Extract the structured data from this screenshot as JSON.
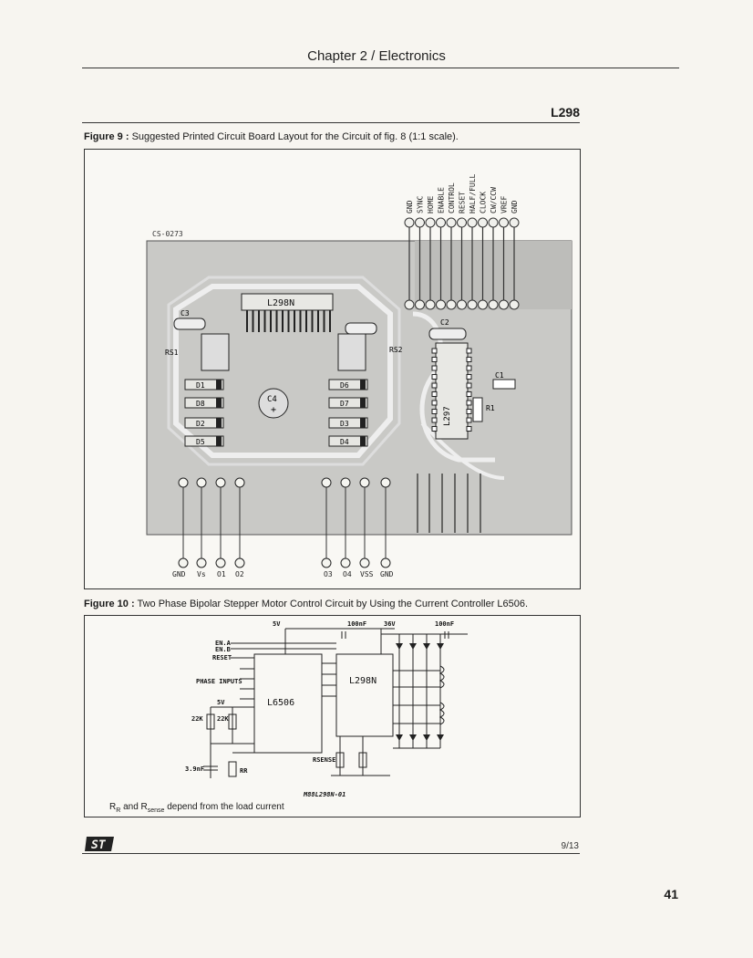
{
  "header": {
    "chapter": "Chapter 2  /  Electronics",
    "doc_code": "L298"
  },
  "figure9": {
    "label": "Figure 9 :",
    "caption": "Suggested Printed Circuit Board Layout for the Circuit of fig. 8 (1:1 scale).",
    "board_code": "CS-0273",
    "chip_main": "L298N",
    "chip_ctrl": "L297",
    "parts": [
      "C3",
      "RS1",
      "RS2",
      "C4",
      "C2",
      "C1",
      "R1",
      "D1",
      "D2",
      "D5",
      "D6",
      "D7",
      "D8",
      "D3",
      "D4"
    ],
    "top_pins": [
      "GND",
      "SYNC",
      "HOME",
      "ENABLE",
      "CONTROL",
      "RESET",
      "HALF/FULL",
      "CLOCK",
      "CW/CCW",
      "VREF",
      "GND"
    ],
    "bottom_left_pins": [
      "GND",
      "Vs",
      "O1",
      "O2"
    ],
    "bottom_right_pins": [
      "O3",
      "O4",
      "VSS",
      "GND"
    ]
  },
  "figure10": {
    "label": "Figure 10 :",
    "caption": "Two Phase Bipolar Stepper Motor Control Circuit by Using the Current Controller L6506.",
    "controller": "L6506",
    "driver": "L298N",
    "supply_5v": "5V",
    "supply_36v": "36V",
    "cap_100nf_a": "100nF",
    "cap_100nf_b": "100nF",
    "inputs": [
      "EN.A",
      "EN.B",
      "RESET"
    ],
    "phase_inputs": "PHASE INPUTS",
    "r22k_a": "22K",
    "r22k_b": "22K",
    "cap_3n9": "3.9nF",
    "rr_label": "RR",
    "rsense_label": "RSENSE",
    "drawing_code": "M88L298N-01",
    "footnote_rr": "R",
    "footnote_rr_sub": "R",
    "footnote_and": " and R",
    "footnote_sense_sub": "sense",
    "footnote_rest": " depend from the load current"
  },
  "footer": {
    "page_fraction": "9/13",
    "page_number": "41"
  }
}
